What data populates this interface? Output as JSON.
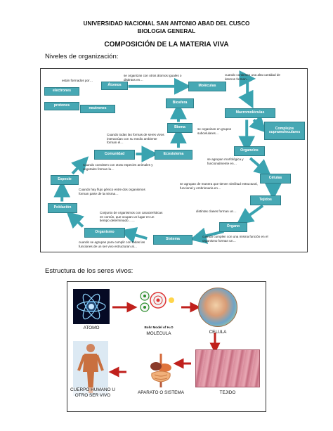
{
  "header": {
    "university": "UNIVERSIDAD NACIONAL SAN ANTONIO ABAD DEL CUSCO",
    "course": "BIOLOGIA GENERAL",
    "title": "COMPOSICIÓN DE LA MATERIA VIVA"
  },
  "section1": {
    "heading": "Niveles de organización:"
  },
  "section2": {
    "heading": "Estructura de los seres vivos:"
  },
  "map": {
    "nodes": {
      "atomos": "Átomos",
      "electrones": "electrones",
      "protones": "protones",
      "neutrones": "neutrones",
      "moleculas": "Moléculas",
      "macromoleculas": "Macromoléculas",
      "complejos": "Complejos supramoleculares",
      "organelos": "Organelos",
      "celulas": "Células",
      "tejidos": "Tejidos",
      "organo": "Órgano",
      "sistema": "Sistema",
      "organismo": "Organismo",
      "poblacion": "Población",
      "especie": "Especie",
      "comunidad": "Comunidad",
      "ecosistema": "Ecosistema",
      "bioma": "Bioma",
      "biosfera": "Biosfera"
    },
    "notes": {
      "formados": "están formados por…",
      "agrupan_atomos": "se organizan con otros átomos iguales o distintos en…",
      "contienen": "cuando contienen una alta cantidad de átomos forman…",
      "subcelulares": "se organizan en grupos subcelulares…",
      "morfologica": "se agrupan morfológica y funcionalmente en…",
      "similitud": "se agrupan de manera que tienen similitud estructural, funcional y embrionaria en…",
      "distintas": "distintas clases forman un…",
      "misma_funcion": "cuando cumplen con una misma función en el organismo forman un…",
      "funciones": "cuando se agrupan para cumplir con todas las funciones de un ser vivo estructuran al…",
      "conjunto": "Conjunto de organismos con características en común, que ocupan un lugar en un tiempo determinado……",
      "flujo": "Cuando hay flujo génico entre dos organismos forman parte de la misma…",
      "coexisten": "Cuando coexisten con otras especies animales y vegetales forman la…",
      "formas": "Cuando todas las formas de seres vivos interactúan con su medio ambiente forman el…"
    }
  },
  "pictures": {
    "atomo": "ATOMO",
    "molecula": "MOLECULA",
    "bohr": "Bohr Model of H₂O",
    "celula": "CELULA",
    "tejido": "TEJIDO",
    "aparato": "APARATO O SISTEMA",
    "cuerpo": "CUERPO HUMANO U OTRO SER VIVO"
  },
  "colors": {
    "node": "#47a8b4",
    "arrow": "#3aa3b0"
  }
}
